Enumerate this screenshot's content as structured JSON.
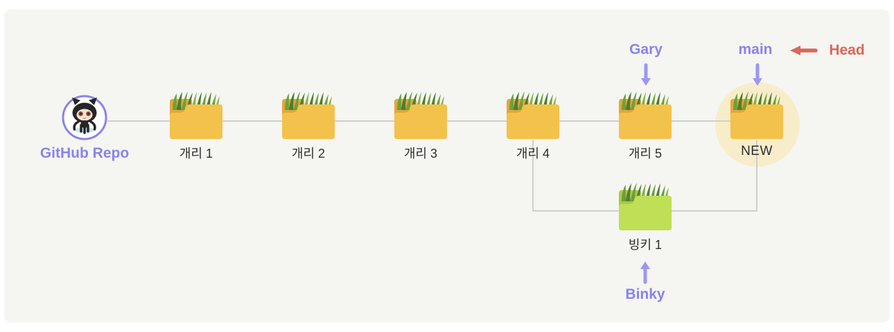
{
  "colors": {
    "background": "#ffffff",
    "board": "#f5f5f2",
    "connector": "#cfcfca",
    "purple": "#8a83e8",
    "arrowPurple": "#9d96f2",
    "red": "#d9675c",
    "textDark": "#2d2d2d",
    "highlight": "#f7edca",
    "folderYellow": "#f3c24b",
    "folderYellowDark": "#e5a53c",
    "folderGreen": "#bfdf56",
    "folderGreenDark": "#a5cc45",
    "grassDark": "#4e7d2c",
    "grassLight": "#6ba23c"
  },
  "repo": {
    "label": "GitHub Repo",
    "icon": "github-octocat-icon"
  },
  "main_branch": {
    "commits": [
      {
        "label": "개리 1"
      },
      {
        "label": "개리 2"
      },
      {
        "label": "개리 3"
      },
      {
        "label": "개리 4"
      },
      {
        "label": "개리 5"
      },
      {
        "label": "NEW",
        "highlighted": true
      }
    ]
  },
  "feature_branch": {
    "commits": [
      {
        "label": "빙키 1"
      }
    ]
  },
  "pointers": [
    {
      "label": "Gary",
      "icon": "arrow-down-icon",
      "points_to": "개리 5"
    },
    {
      "label": "main",
      "icon": "arrow-down-icon",
      "points_to": "NEW"
    },
    {
      "label": "Head",
      "icon": "arrow-left-icon",
      "points_to": "main"
    },
    {
      "label": "Binky",
      "icon": "arrow-up-icon",
      "points_to": "빙키 1"
    }
  ]
}
